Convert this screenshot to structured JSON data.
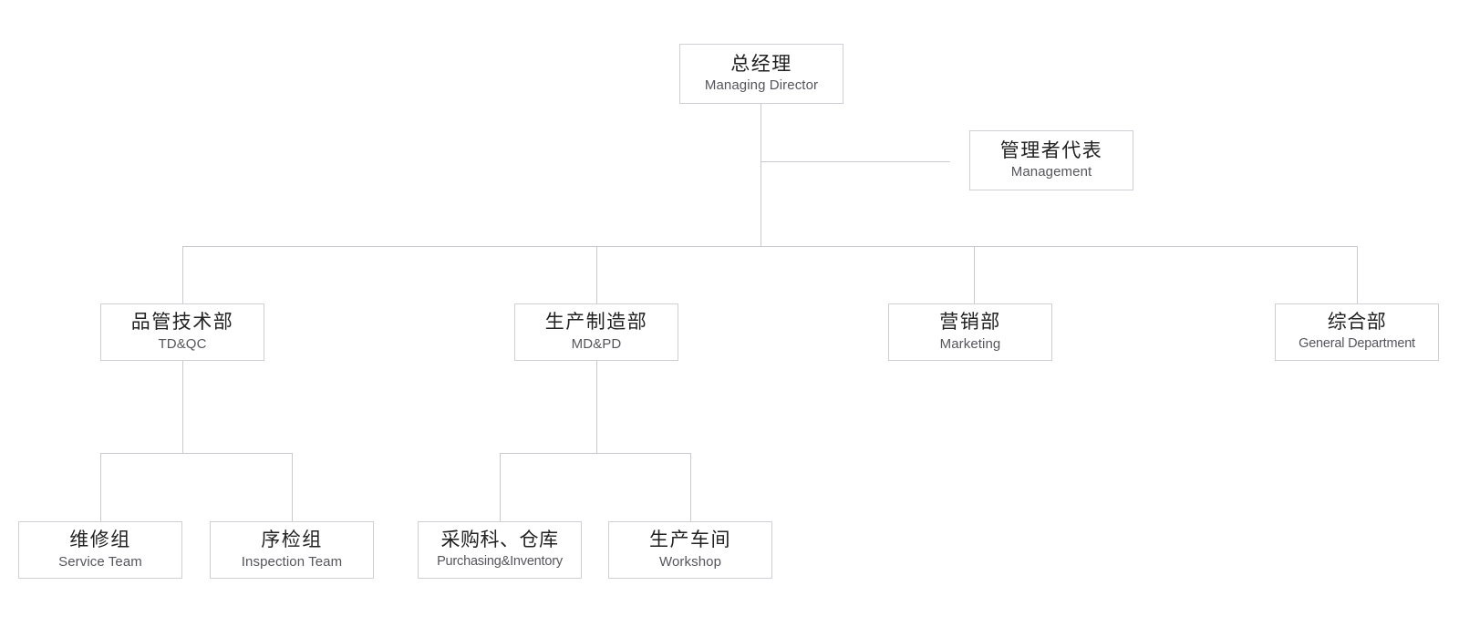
{
  "chart": {
    "type": "org-chart",
    "title": "",
    "background_color": "#ffffff",
    "line_color": "#c9c9d1",
    "box_border_color": "#cfcfd6",
    "text_color_primary": "#222222",
    "text_color_secondary": "#55555c",
    "levels": 4,
    "nodes": [
      {
        "id": "managing-director",
        "cn": "总经理",
        "en": "Managing Director",
        "level": 0,
        "parent": null
      },
      {
        "id": "management-representative",
        "cn": "管理者代表",
        "en": "Management",
        "level": 1,
        "parent": "managing-director"
      },
      {
        "id": "td-qc",
        "cn": "品管技术部",
        "en": "TD&QC",
        "level": 2,
        "parent": "managing-director"
      },
      {
        "id": "md-pd",
        "cn": "生产制造部",
        "en": "MD&PD",
        "level": 2,
        "parent": "managing-director"
      },
      {
        "id": "marketing",
        "cn": "营销部",
        "en": "Marketing",
        "level": 2,
        "parent": "managing-director"
      },
      {
        "id": "general-department",
        "cn": "综合部",
        "en": "General Department",
        "level": 2,
        "parent": "managing-director"
      },
      {
        "id": "service-team",
        "cn": "维修组",
        "en": "Service Team",
        "level": 3,
        "parent": "td-qc"
      },
      {
        "id": "inspection-team",
        "cn": "序检组",
        "en": "Inspection Team",
        "level": 3,
        "parent": "td-qc"
      },
      {
        "id": "purchasing-inventory",
        "cn": "采购科、仓库",
        "en": "Purchasing&Inventory",
        "level": 3,
        "parent": "md-pd"
      },
      {
        "id": "workshop",
        "cn": "生产车间",
        "en": "Workshop",
        "level": 3,
        "parent": "md-pd"
      }
    ]
  }
}
